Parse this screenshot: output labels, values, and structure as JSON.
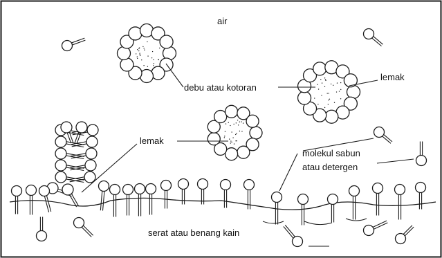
{
  "labels": {
    "air": "air",
    "dirt": "debu atau kotoran",
    "fat_right": "lemak",
    "fat_left": "lemak",
    "molecule_line1": "molekul sabun",
    "molecule_line2": "atau detergen",
    "fiber": "serat atau benang kain"
  },
  "palette": {
    "ink": "#1a1a1a",
    "background": "#ffffff"
  }
}
